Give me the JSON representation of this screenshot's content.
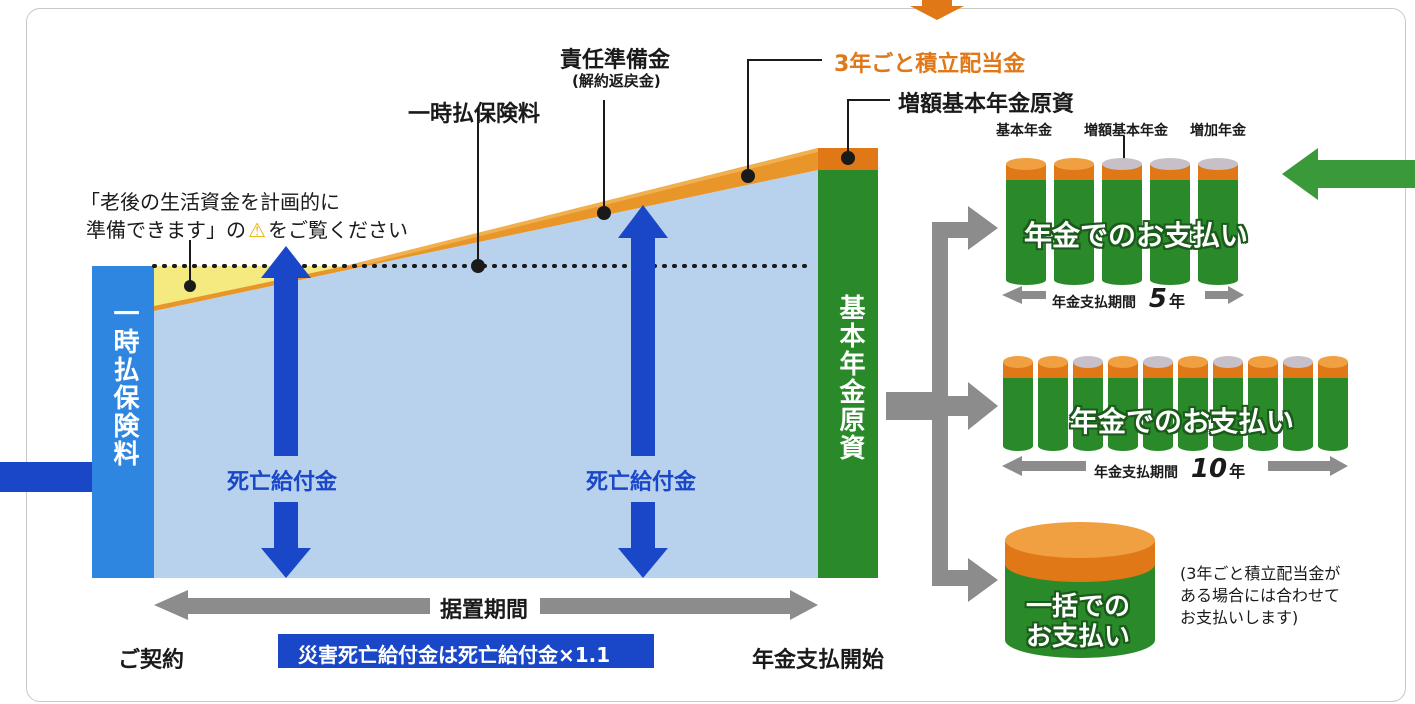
{
  "labels": {
    "reserve": "責任準備金",
    "reserve_sub": "(解約返戻金)",
    "premium_top": "一時払保険料",
    "dividend": "3年ごと積立配当金",
    "increase_fund": "増額基本年金原資",
    "note_line1": "「老後の生活資金を計画的に",
    "note_line2_a": "準備できます」の",
    "note_line2_b": "をご覧ください",
    "premium_bar": "一時払保険料",
    "death_benefit_1": "死亡給付金",
    "death_benefit_2": "死亡給付金",
    "base_fund_bar": "基本年金原資",
    "deferral": "据置期間",
    "contract": "ご契約",
    "disaster": "災害死亡給付金は死亡給付金×1.1",
    "payout_start": "年金支払開始"
  },
  "legend": {
    "basic": "基本年金",
    "increased_basic": "増額基本年金",
    "additional": "増加年金"
  },
  "options": [
    {
      "title": "年金でのお支払い",
      "period_label": "年金支払期間",
      "period_value": "5",
      "period_unit": "年"
    },
    {
      "title": "年金でのお支払い",
      "period_label": "年金支払期間",
      "period_value": "10",
      "period_unit": "年"
    },
    {
      "title_line1": "一括での",
      "title_line2": "お支払い",
      "note_line1": "(3年ごと積立配当金が",
      "note_line2": "ある場合には合わせて",
      "note_line3": "お支払いします)"
    }
  ],
  "colors": {
    "light_blue": "#b8d2ee",
    "premium_blue": "#2f86e0",
    "arrow_blue": "#1a46c8",
    "orange": "#e07818",
    "green": "#2a8a2a",
    "gray_arrow": "#8c8c8c",
    "yellow": "#f5ea80"
  }
}
